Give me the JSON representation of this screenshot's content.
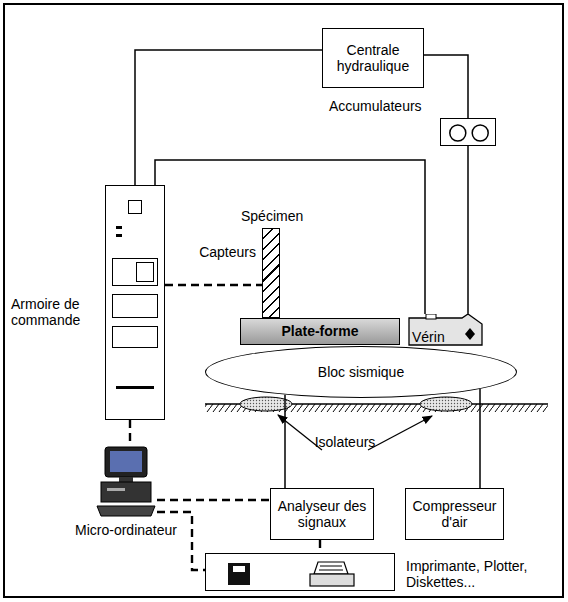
{
  "diagram": {
    "nodes": [
      {
        "text": [
          "Centrale hydraulique"
        ]
      },
      {
        "text": [
          "Accumulateurs"
        ]
      },
      {
        "text": [
          "Armoire de commande"
        ]
      },
      {
        "text": [
          "Spécimen"
        ]
      },
      {
        "text": [
          "Plate-forme"
        ]
      },
      {
        "text": [
          "Vérin"
        ]
      },
      {
        "text": [
          "Bloc sismique"
        ]
      },
      {
        "text": [
          "Micro-ordinateur"
        ]
      },
      {
        "text": [
          "Analyseur des signaux"
        ]
      },
      {
        "text": [
          "Compresseur d'air"
        ]
      },
      {
        "text": [
          "Imprimante, Plotter, Diskettes..."
        ]
      }
    ],
    "edges": [
      {
        "from": 0,
        "to": 2,
        "arrow": "none"
      },
      {
        "from": 0,
        "to": 1,
        "arrow": "none"
      },
      {
        "from": 1,
        "to": 5,
        "arrow": "none"
      },
      {
        "from": 2,
        "to": 5,
        "arrow": "none"
      },
      {
        "from": 2,
        "to": 3,
        "arrow": "none"
      },
      {
        "from": 2,
        "to": 7,
        "arrow": "none"
      },
      {
        "from": 7,
        "to": 8,
        "arrow": "none"
      },
      {
        "from": 7,
        "to": 10,
        "arrow": "none"
      },
      {
        "from": 8,
        "to": 10,
        "arrow": "none"
      },
      {
        "from": 8,
        "to": 6,
        "arrow": "none"
      },
      {
        "from": 9,
        "to": 6,
        "arrow": "none"
      }
    ],
    "labels": [
      "Capteurs",
      "Isolateurs"
    ]
  }
}
